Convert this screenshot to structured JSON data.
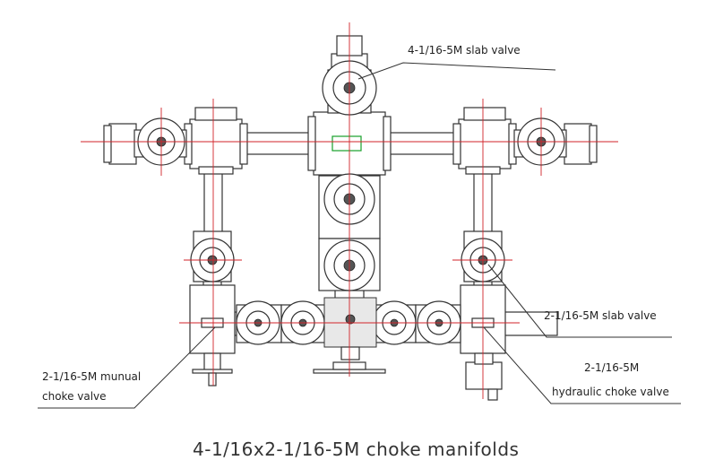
{
  "labels": {
    "slab_valve_top": "4-1/16-5M slab valve",
    "slab_valve_right": "2-1/16-5M  slab valve",
    "manual_choke_line1": "2-1/16-5M munual",
    "manual_choke_line2": "choke valve",
    "hydraulic_choke_line1": "2-1/16-5M",
    "hydraulic_choke_line2": "hydraulic choke valve"
  },
  "title": "4-1/16x2-1/16-5M choke manifolds",
  "colors": {
    "line": "#333333",
    "centerline": "#d2232a",
    "highlight": "#17a02a",
    "background": "#ffffff"
  }
}
